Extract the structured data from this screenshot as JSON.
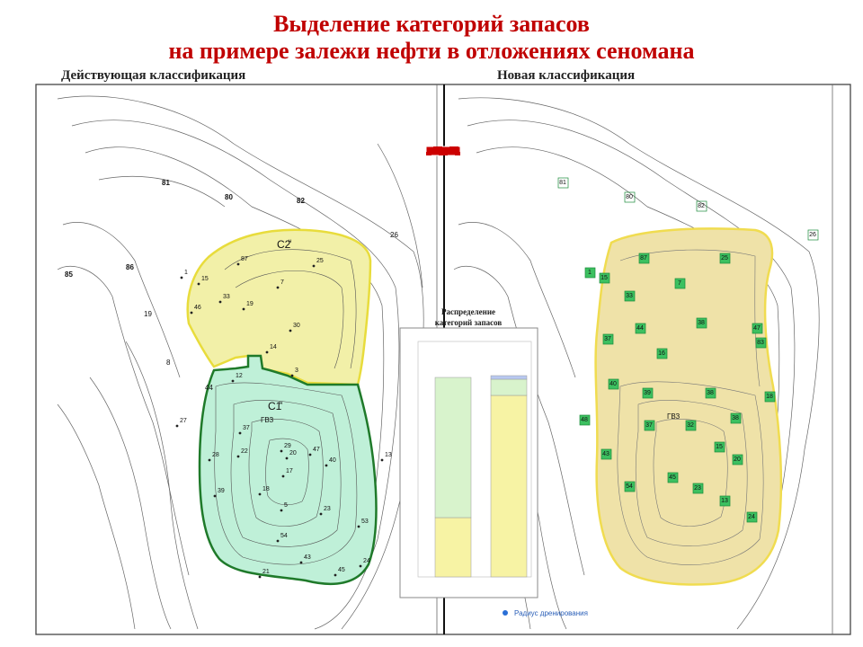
{
  "title_line1": "Выделение категорий запасов",
  "title_line2": "на примере залежи нефти в отложениях сеномана",
  "left_caption": "Действующая классификация",
  "right_caption": "Новая классификация",
  "colors": {
    "title": "#c00000",
    "c2_fill": "#f2f0a8",
    "c2_border": "#e8dc3c",
    "c1_fill": "#bff0d8",
    "c1_border": "#1f7a2a",
    "new_fill": "#efe2a8",
    "new_border": "#f0dc50",
    "well_square": "#3cc060",
    "marker": "#cc0000"
  },
  "left_map": {
    "zone_c2_label": "C2",
    "zone_c2_sup": "н",
    "zone_c1_label": "C1",
    "zone_c1_sup": "н",
    "gvz_label": "ГВЗ",
    "outside_wells": [
      "81",
      "80",
      "82",
      "85",
      "86",
      "19",
      "8",
      "44",
      "26"
    ],
    "inside_wells": [
      "87",
      "25",
      "1",
      "15",
      "7",
      "33",
      "46",
      "19",
      "30",
      "14",
      "3",
      "12",
      "27",
      "37",
      "29",
      "22",
      "47",
      "20",
      "17",
      "40",
      "28",
      "18",
      "39",
      "5",
      "23",
      "53",
      "54",
      "21",
      "43",
      "45",
      "24",
      "13"
    ]
  },
  "right_map": {
    "gvz_label": "ГВЗ",
    "wells": [
      "81",
      "80",
      "82",
      "26",
      "87",
      "25",
      "1",
      "15",
      "7",
      "33",
      "44",
      "38",
      "47",
      "83",
      "18",
      "40",
      "16",
      "37",
      "39",
      "38",
      "38",
      "48",
      "37",
      "32",
      "15",
      "20",
      "43",
      "54",
      "45",
      "23",
      "13",
      "24"
    ],
    "legend_text": "Радиус дренирования"
  },
  "inset_chart_title": "Распределение категорий запасов"
}
